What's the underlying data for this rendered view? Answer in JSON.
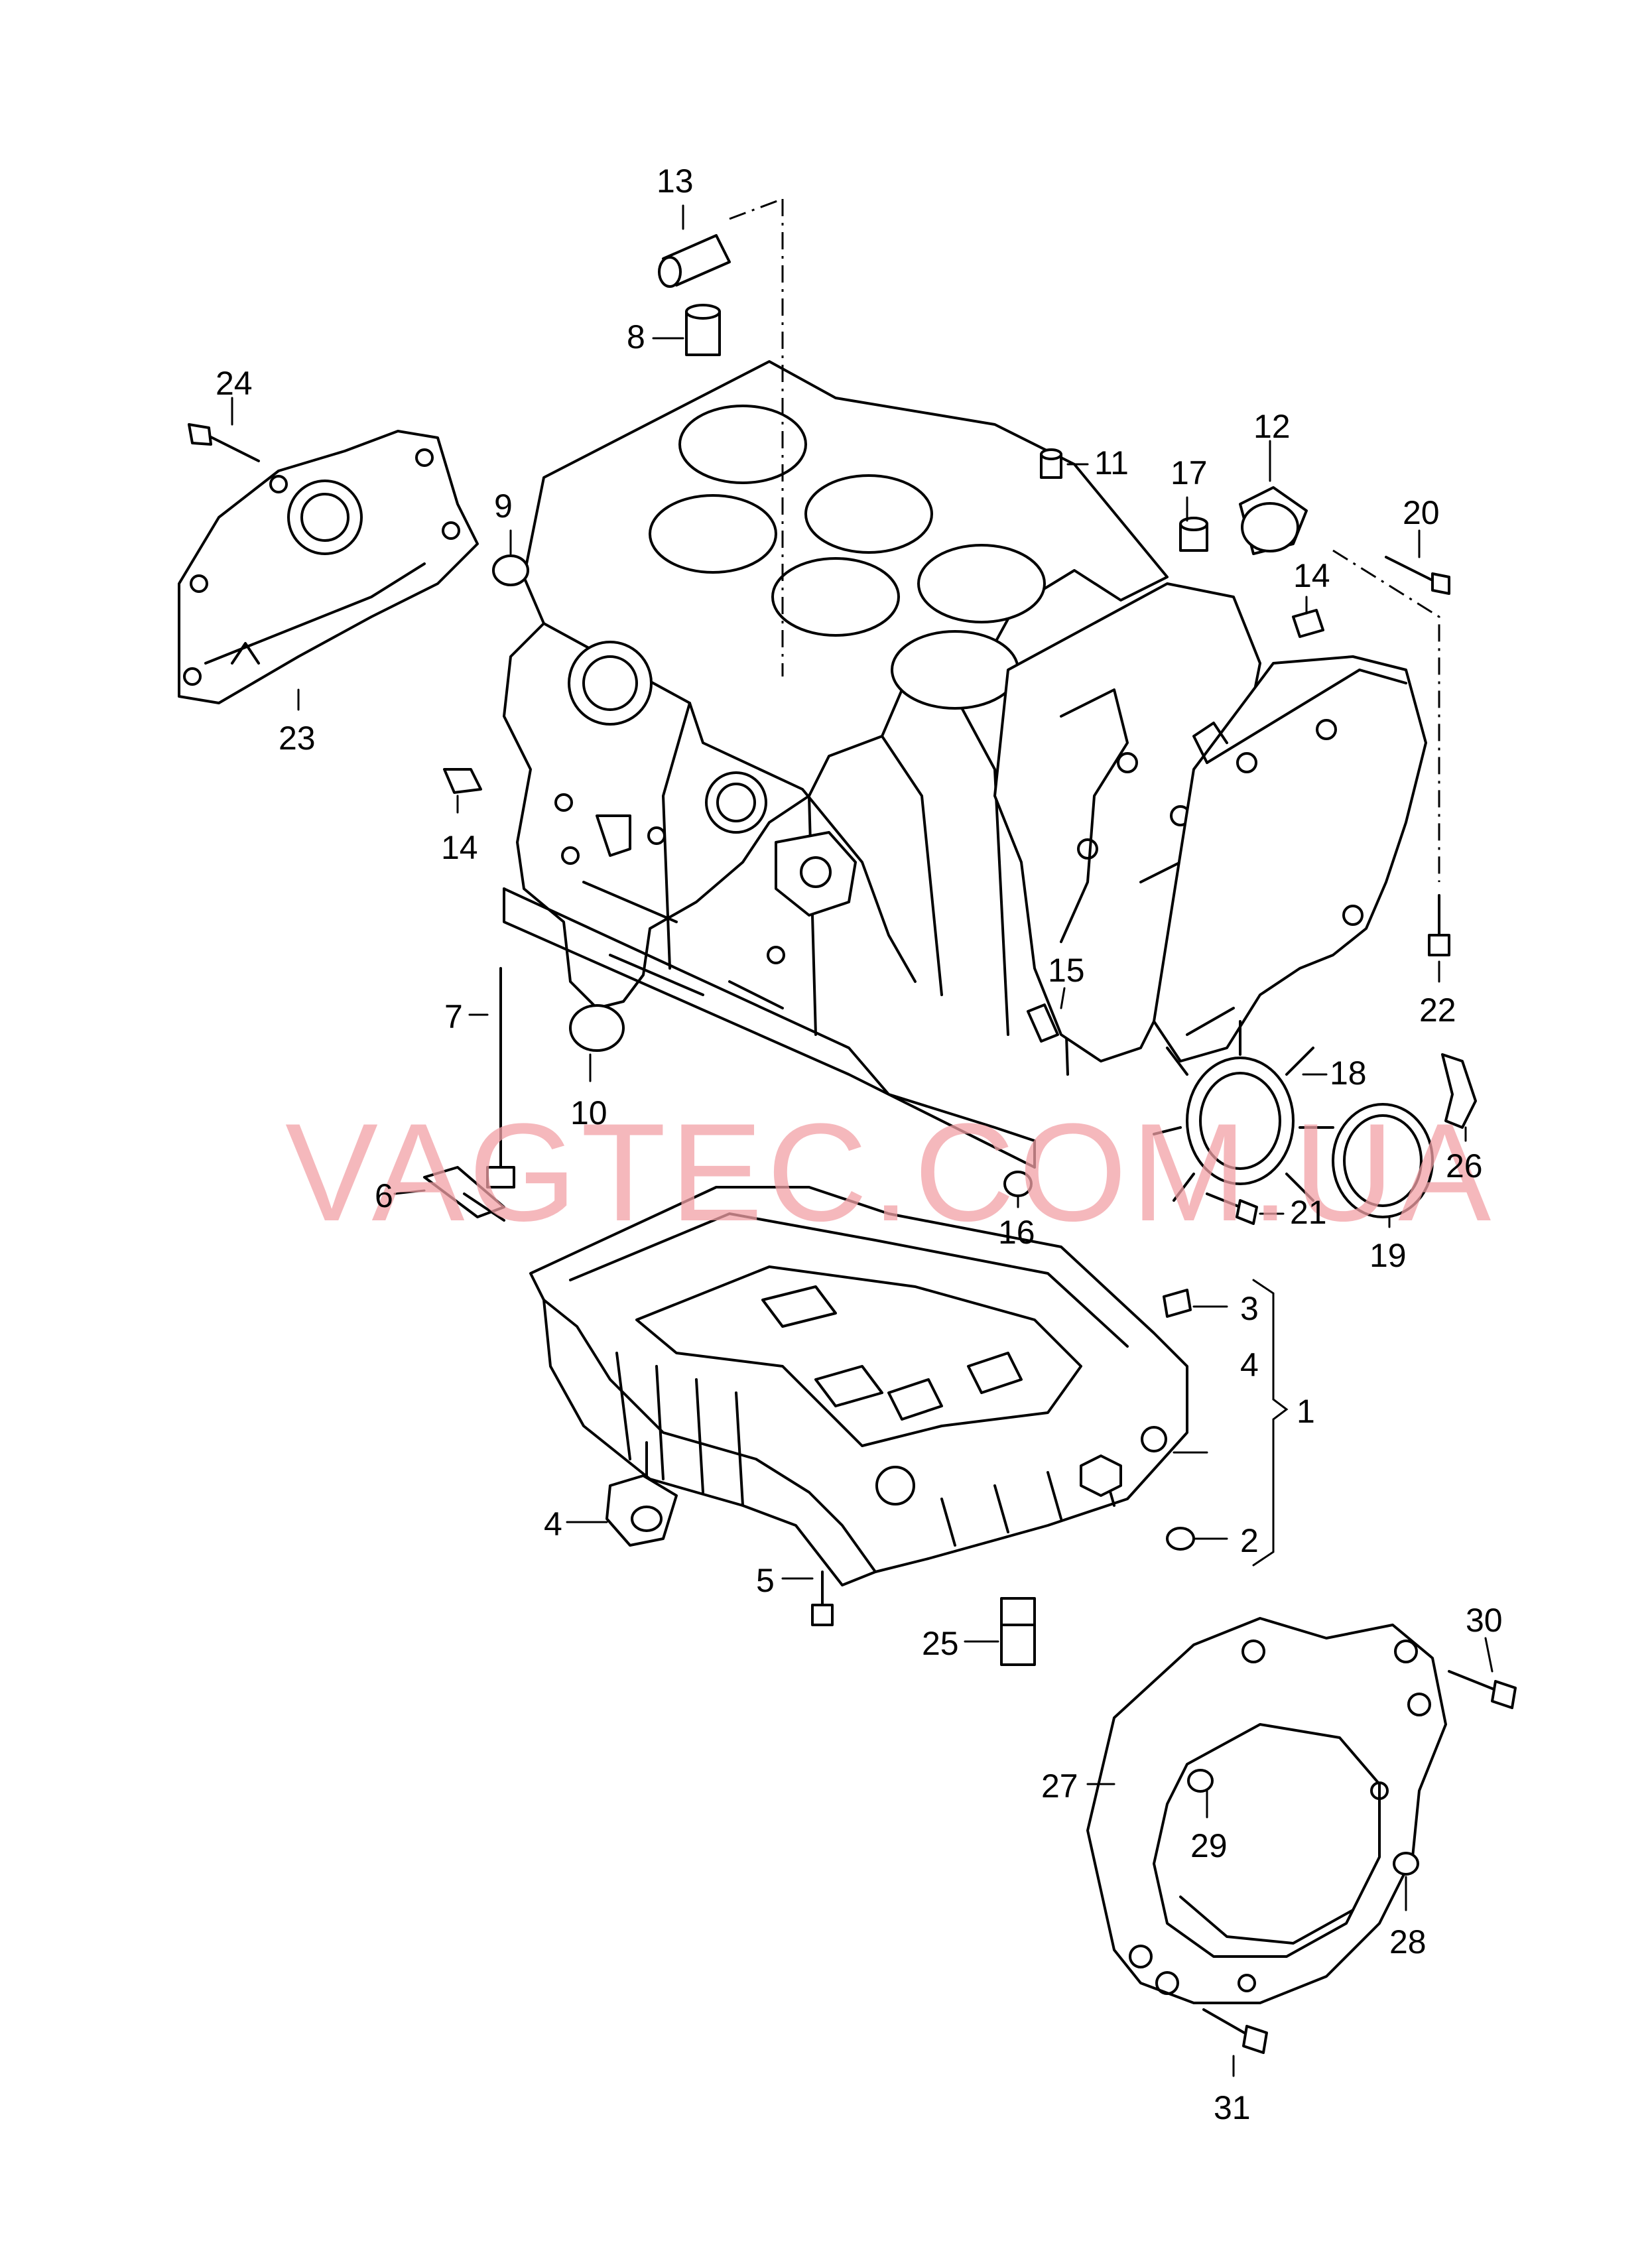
{
  "watermark": "VAGTEC.COM.UA",
  "callouts": [
    {
      "id": "c1",
      "text": "1"
    },
    {
      "id": "c2",
      "text": "2"
    },
    {
      "id": "c3",
      "text": "3"
    },
    {
      "id": "c4a",
      "text": "4"
    },
    {
      "id": "c4b",
      "text": "4"
    },
    {
      "id": "c5",
      "text": "5"
    },
    {
      "id": "c6",
      "text": "6"
    },
    {
      "id": "c7",
      "text": "7"
    },
    {
      "id": "c8",
      "text": "8"
    },
    {
      "id": "c9",
      "text": "9"
    },
    {
      "id": "c10",
      "text": "10"
    },
    {
      "id": "c11",
      "text": "11"
    },
    {
      "id": "c12",
      "text": "12"
    },
    {
      "id": "c13",
      "text": "13"
    },
    {
      "id": "c14a",
      "text": "14"
    },
    {
      "id": "c14b",
      "text": "14"
    },
    {
      "id": "c15",
      "text": "15"
    },
    {
      "id": "c16",
      "text": "16"
    },
    {
      "id": "c17",
      "text": "17"
    },
    {
      "id": "c18",
      "text": "18"
    },
    {
      "id": "c19",
      "text": "19"
    },
    {
      "id": "c20",
      "text": "20"
    },
    {
      "id": "c21",
      "text": "21"
    },
    {
      "id": "c22",
      "text": "22"
    },
    {
      "id": "c23",
      "text": "23"
    },
    {
      "id": "c24",
      "text": "24"
    },
    {
      "id": "c25",
      "text": "25"
    },
    {
      "id": "c26",
      "text": "26"
    },
    {
      "id": "c27",
      "text": "27"
    },
    {
      "id": "c28",
      "text": "28"
    },
    {
      "id": "c29",
      "text": "29"
    },
    {
      "id": "c30",
      "text": "30"
    },
    {
      "id": "c31",
      "text": "31"
    }
  ]
}
